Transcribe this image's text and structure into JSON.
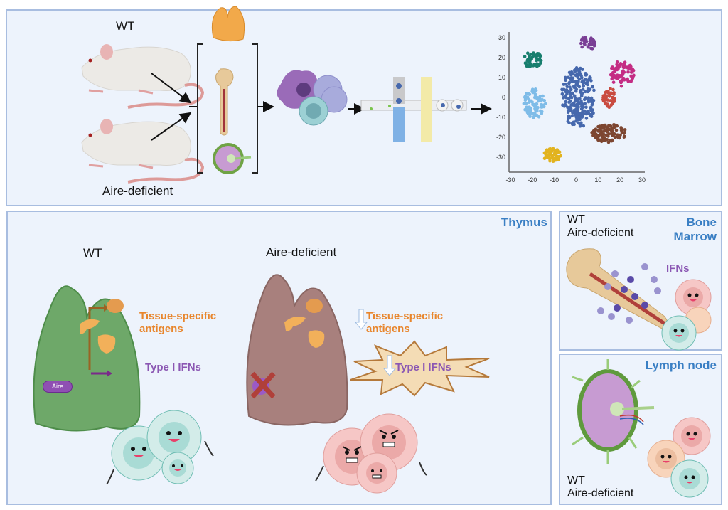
{
  "top_panel": {
    "wt_label": "WT",
    "aire_label": "Aire-deficient",
    "organs": [
      "thymus",
      "bone",
      "lymph node"
    ]
  },
  "thymus_panel": {
    "title": "Thymus",
    "wt_label": "WT",
    "aire_label": "Aire-deficient",
    "tsa_label_line1": "Tissue-specific",
    "tsa_label_line2": "antigens",
    "ifn_label": "Type I IFNs",
    "aire_pill": "Aire"
  },
  "bone_marrow_panel": {
    "title_line1": "Bone",
    "title_line2": "Marrow",
    "wt_label": "WT",
    "aire_label": "Aire-deficient",
    "ifn_label": "IFNs"
  },
  "lymph_node_panel": {
    "title": "Lymph node",
    "wt_label": "WT",
    "aire_label": "Aire-deficient"
  },
  "colors": {
    "panel_bg": "#edf3fc",
    "panel_border": "#a8bde0",
    "title_blue": "#3a7fc4",
    "orange": "#e8862d",
    "purple": "#8b57b3"
  },
  "chart_data": {
    "type": "scatter",
    "title": "",
    "xlabel": "",
    "ylabel": "",
    "xlim": [
      -30,
      30
    ],
    "ylim": [
      -35,
      32
    ],
    "xticks": [
      -30,
      -20,
      -10,
      0,
      10,
      20,
      30
    ],
    "yticks": [
      -30,
      -20,
      -10,
      0,
      10,
      20,
      30
    ],
    "grid": false,
    "clusters": [
      {
        "name": "teal",
        "color": "#177e6e",
        "center": [
          -20,
          19
        ],
        "spread": [
          4.5,
          4
        ],
        "n": 55
      },
      {
        "name": "light-blue",
        "color": "#7fbce8",
        "center": [
          -19,
          -3
        ],
        "spread": [
          5,
          7.5
        ],
        "n": 80
      },
      {
        "name": "blue",
        "color": "#4668ad",
        "center": [
          1,
          0
        ],
        "spread": [
          8,
          15
        ],
        "n": 230
      },
      {
        "name": "purple",
        "color": "#7a3f95",
        "center": [
          5,
          27
        ],
        "spread": [
          3.5,
          3.5
        ],
        "n": 35
      },
      {
        "name": "magenta",
        "color": "#c42d84",
        "center": [
          21,
          12
        ],
        "spread": [
          5.5,
          6.5
        ],
        "n": 75
      },
      {
        "name": "red",
        "color": "#c94b40",
        "center": [
          15,
          0
        ],
        "spread": [
          3,
          5
        ],
        "n": 45
      },
      {
        "name": "brown",
        "color": "#7d4631",
        "center": [
          15,
          -18
        ],
        "spread": [
          8,
          4.5
        ],
        "n": 100
      },
      {
        "name": "yellow",
        "color": "#e2b31f",
        "center": [
          -11,
          -29
        ],
        "spread": [
          4,
          3.5
        ],
        "n": 55
      }
    ]
  }
}
